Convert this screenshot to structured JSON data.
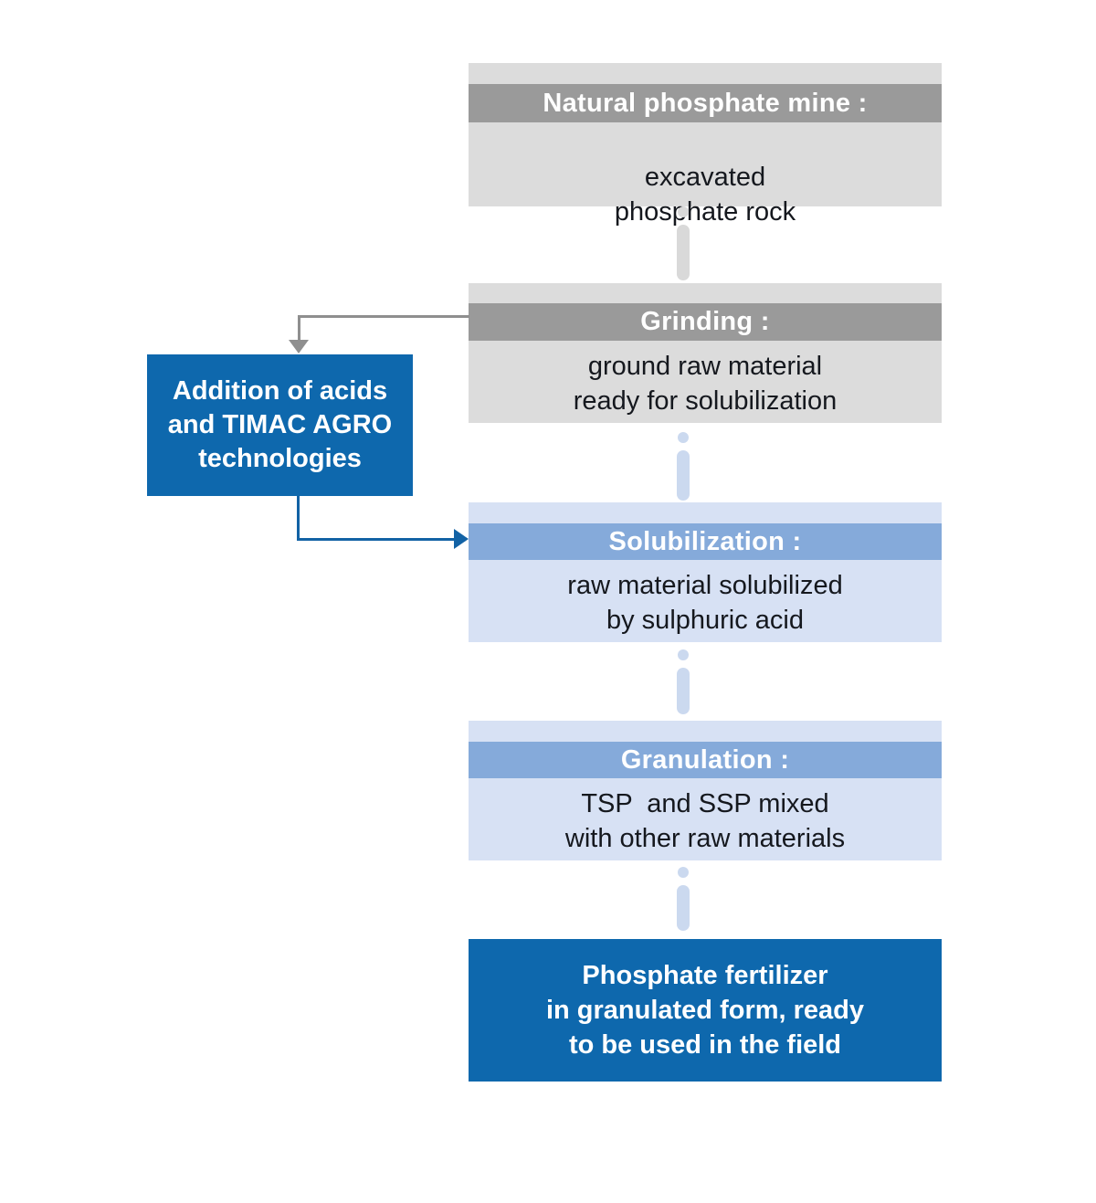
{
  "flow": {
    "steps": [
      {
        "title": "Natural phosphate mine :",
        "body": "excavated\nphosphate rock",
        "theme": "gray"
      },
      {
        "title": "Grinding :",
        "body": "ground raw material\nready for solubilization",
        "theme": "gray"
      },
      {
        "title": "Solubilization :",
        "body": "raw material solubilized\nby sulphuric acid",
        "theme": "blue"
      },
      {
        "title": "Granulation :",
        "body": "TSP  and SSP mixed\nwith other raw materials",
        "theme": "blue"
      },
      {
        "title": "",
        "body": "Phosphate fertilizer\nin granulated form, ready\nto be used in the field",
        "theme": "solid-blue"
      }
    ],
    "side_box": {
      "label": "Addition of acids\nand TIMAC AGRO\ntechnologies"
    },
    "colors": {
      "gray_header": "#9a9a9a",
      "gray_body": "#dcdcdc",
      "gray_connector": "#d9d9d9",
      "blue_header": "#85aada",
      "blue_body": "#d7e1f4",
      "blue_connector": "#cbd9ef",
      "solid_blue": "#0e68ad",
      "arrow_gray": "#8f8f8f",
      "arrow_blue": "#1262a5",
      "body_text": "#15181e",
      "header_text": "#ffffff"
    }
  }
}
